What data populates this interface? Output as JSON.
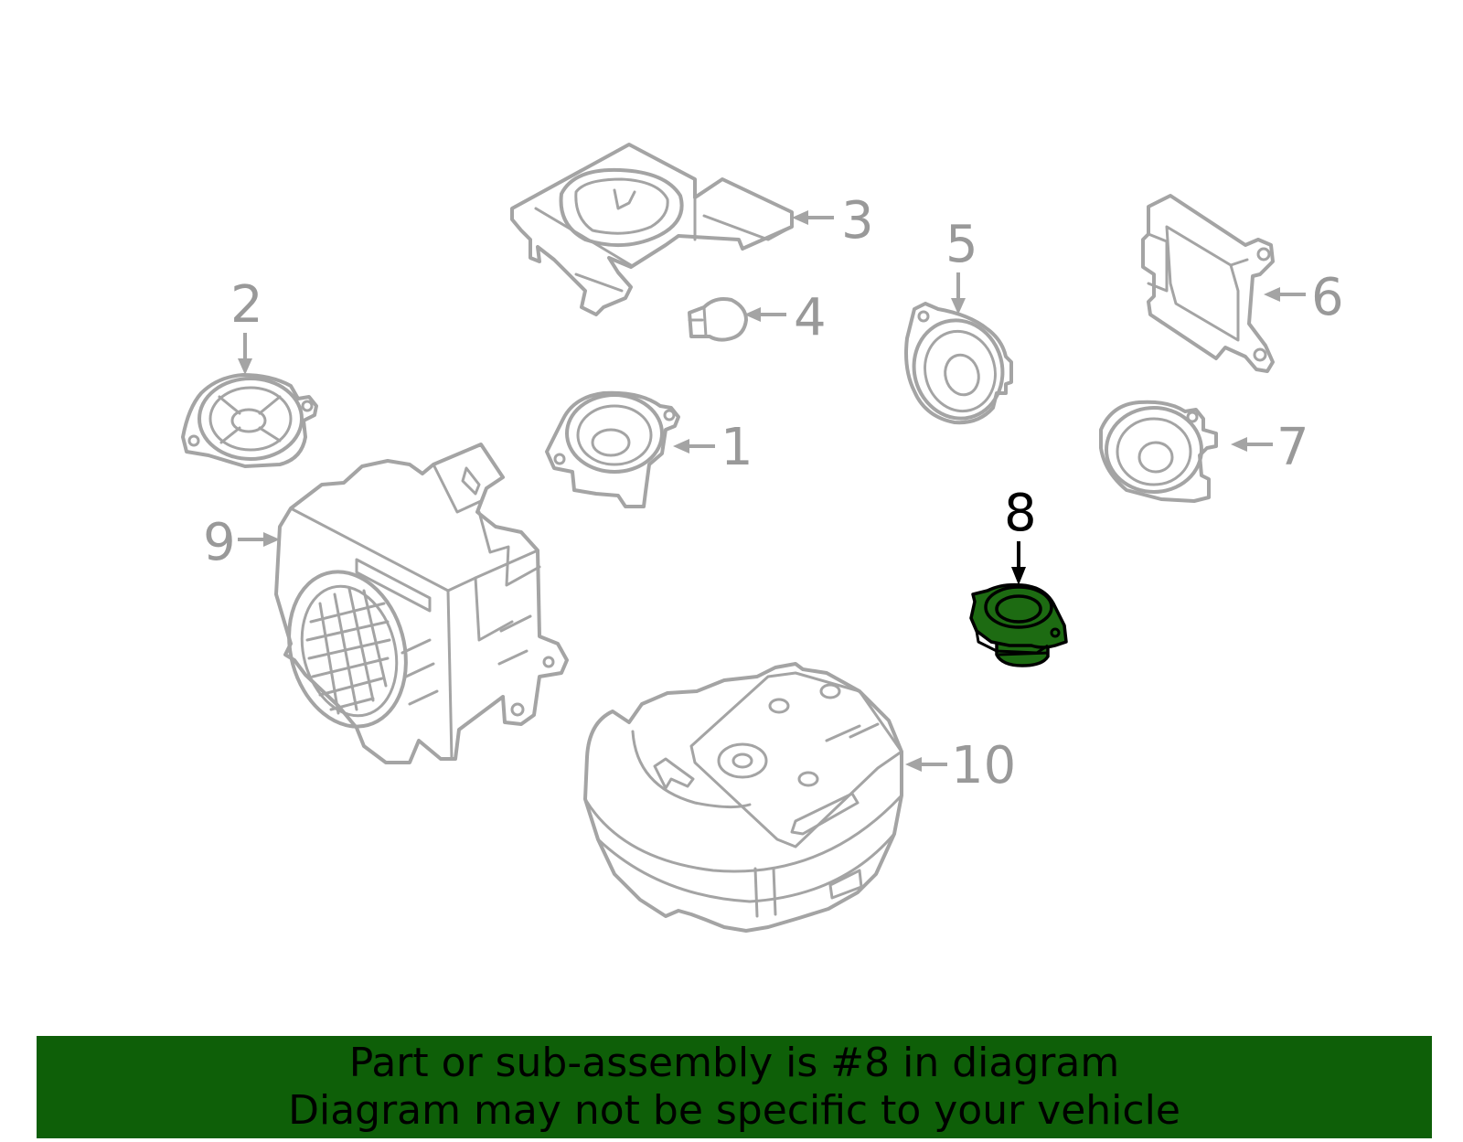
{
  "colors": {
    "banner_bg": "#0e5f08",
    "highlight": "#1d6b12",
    "part_stroke": "#a4a4a4",
    "label_gray": "#999999",
    "label_active": "#000000"
  },
  "callouts": [
    "1",
    "2",
    "3",
    "4",
    "5",
    "6",
    "7",
    "8",
    "9",
    "10"
  ],
  "highlighted_callout": "8",
  "banner": {
    "line1": "Part or sub-assembly is #8 in diagram",
    "line2": "Diagram may not be specific to your vehicle"
  }
}
